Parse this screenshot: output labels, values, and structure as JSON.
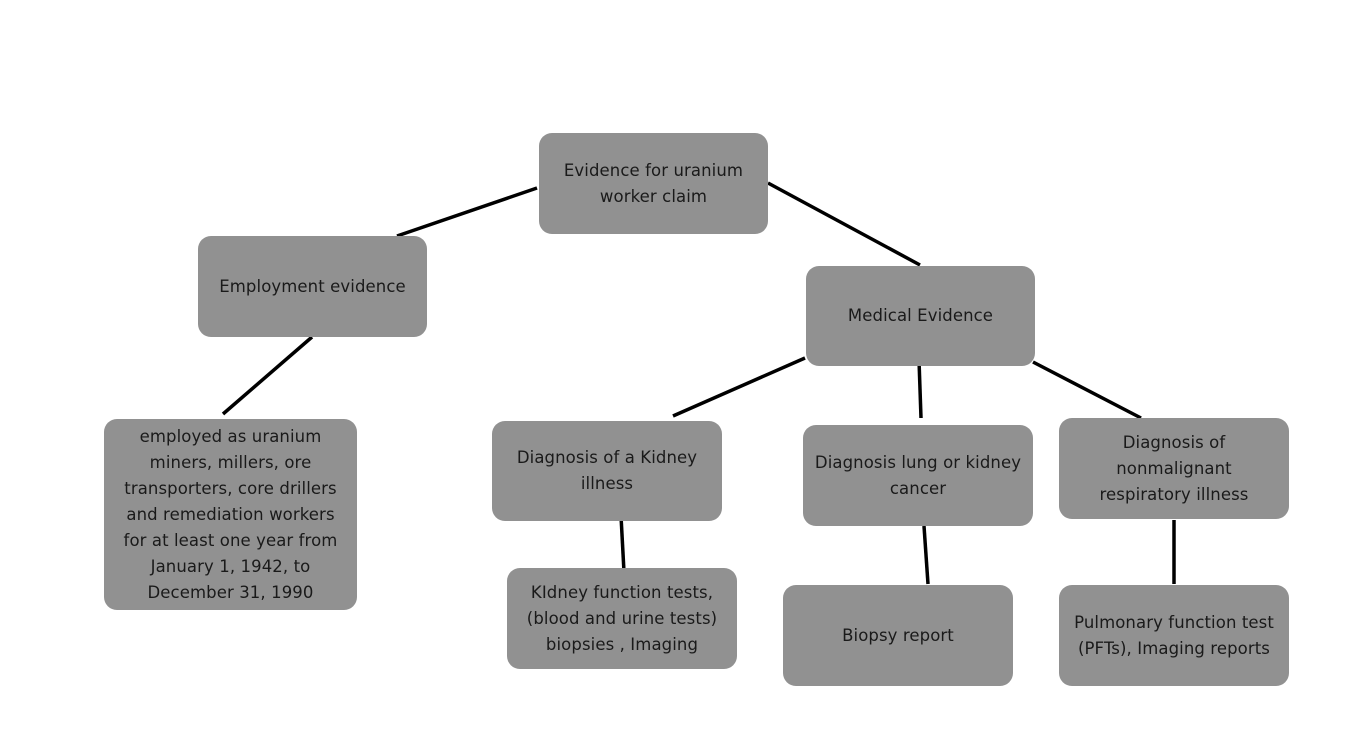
{
  "diagram": {
    "type": "tree",
    "style": {
      "node_fill": "#919191",
      "text_color": "#1a1a1a",
      "connector_color": "#000000",
      "background": "#ffffff"
    },
    "nodes": [
      {
        "id": "root",
        "label": "Evidence for uranium worker claim",
        "lines": [
          "Evidence for uranium",
          "worker claim"
        ]
      },
      {
        "id": "employment",
        "label": "Employment evidence",
        "lines": [
          "Employment evidence"
        ],
        "parent": "root"
      },
      {
        "id": "medical",
        "label": "Medical Evidence",
        "lines": [
          "Medical Evidence"
        ],
        "parent": "root"
      },
      {
        "id": "employment-detail",
        "label": "employed as uranium miners, millers, ore transporters, core drillers and remediation workers for at least one year from January 1, 1942, to December 31, 1990",
        "lines": [
          "employed as uranium",
          "miners, millers, ore",
          "transporters, core drillers",
          "and remediation workers",
          "for at least one year from",
          "January 1, 1942, to",
          "December 31, 1990"
        ],
        "parent": "employment"
      },
      {
        "id": "kidney",
        "label": "Diagnosis of a Kidney illness",
        "lines": [
          "Diagnosis of a Kidney",
          "illness"
        ],
        "parent": "medical"
      },
      {
        "id": "cancer",
        "label": "Diagnosis lung or kidney cancer",
        "lines": [
          "Diagnosis lung or kidney",
          "cancer"
        ],
        "parent": "medical"
      },
      {
        "id": "respiratory",
        "label": "Diagnosis of nonmalignant respiratory illness",
        "lines": [
          "Diagnosis of",
          "nonmalignant",
          "respiratory illness"
        ],
        "parent": "medical"
      },
      {
        "id": "kidney-tests",
        "label": "KIdney function tests, (blood and urine tests) biopsies , Imaging",
        "lines": [
          "KIdney function tests,",
          "(blood and urine tests)",
          "biopsies , Imaging"
        ],
        "parent": "kidney"
      },
      {
        "id": "biopsy",
        "label": "Biopsy report",
        "lines": [
          "Biopsy report"
        ],
        "parent": "cancer"
      },
      {
        "id": "pulmonary",
        "label": "Pulmonary function test (PFTs), Imaging reports",
        "lines": [
          "Pulmonary function test",
          "(PFTs), Imaging reports"
        ],
        "parent": "respiratory"
      }
    ]
  }
}
